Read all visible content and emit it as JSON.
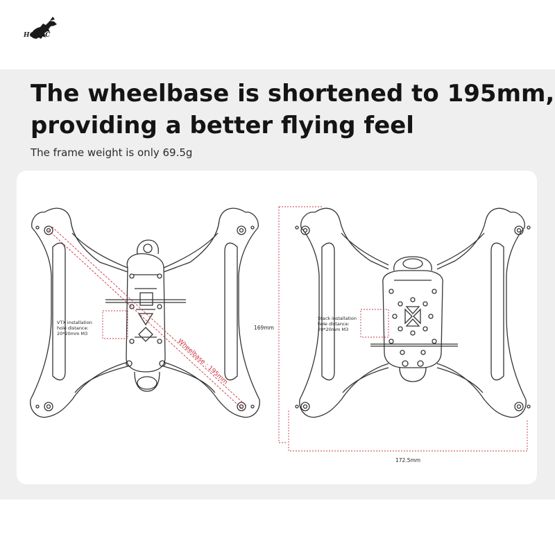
{
  "brand": {
    "logo_text": "HGLRC"
  },
  "headline": {
    "line1": "The wheelbase is shortened to 195mm,",
    "line2": "providing a better flying feel"
  },
  "subline": "The frame weight is only 69.5g",
  "left_view": {
    "vtx_label": [
      "VTX installation",
      "hole distance:",
      "20*20mm M3"
    ],
    "wheelbase_label": "Wheelbase : 195mm",
    "height_label": "169mm"
  },
  "right_view": {
    "stack_label": [
      "Stack installation",
      "hole distance:",
      "20*20mm M3"
    ],
    "width_label": "172.5mm"
  },
  "colors": {
    "panel": "#efefef",
    "card": "#ffffff",
    "dimension_red": "#c8323c",
    "outline": "#333333"
  }
}
